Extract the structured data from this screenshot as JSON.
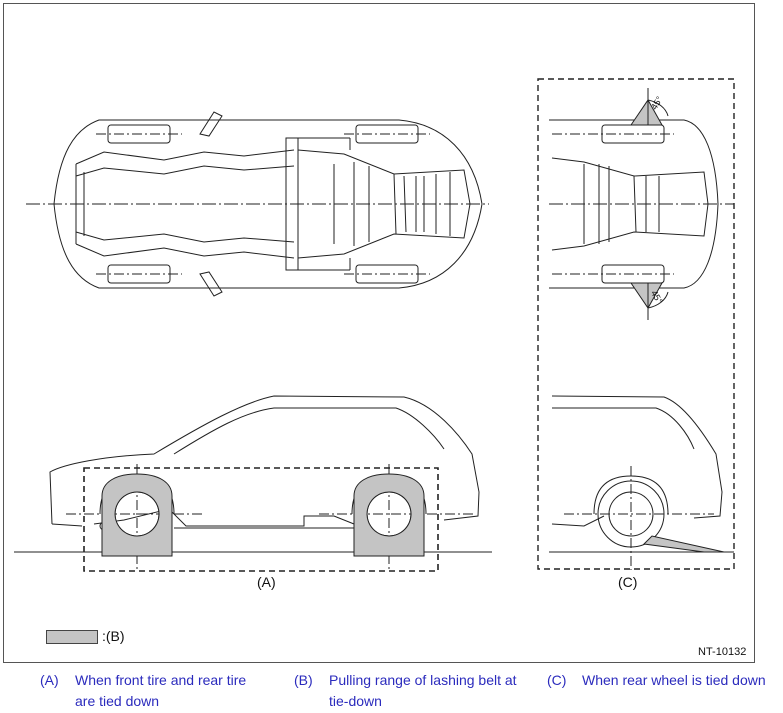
{
  "figure": {
    "label_a": "(A)",
    "label_c": "(C)",
    "legend_label": ":(B)",
    "code": "NT-10132",
    "angle_label": "45°",
    "colors": {
      "line": "#222222",
      "belt_range": "#c4c4c4",
      "caption": "#2b2bbd"
    }
  },
  "captions": [
    {
      "key": "(A)",
      "text": "When front tire and rear tire are tied down"
    },
    {
      "key": "(B)",
      "text": "Pulling range of lashing belt at tie-down"
    },
    {
      "key": "(C)",
      "text": "When rear wheel is tied down"
    }
  ]
}
